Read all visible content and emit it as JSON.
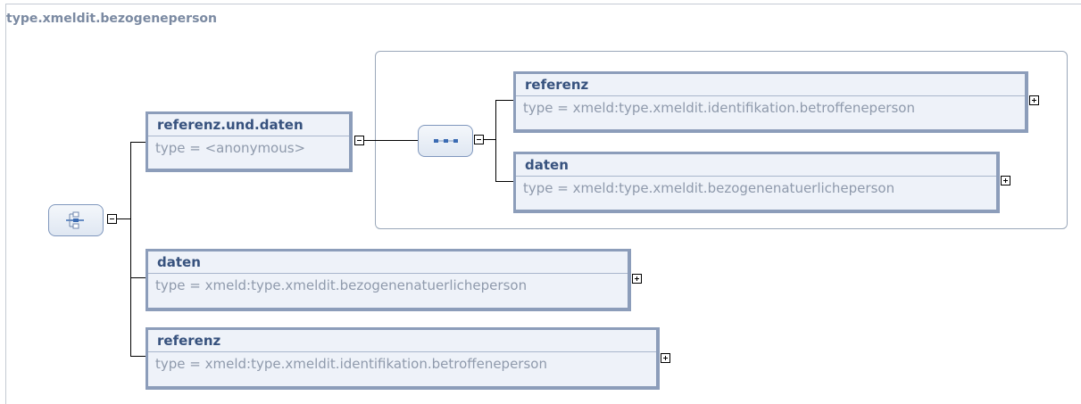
{
  "diagram": {
    "title": "type.xmeldit.bezogeneperson",
    "nodes": [
      {
        "name": "referenz.und.daten",
        "type": "type = <anonymous>"
      },
      {
        "name": "referenz",
        "type": "type = xmeld:type.xmeldit.identifikation.betroffeneperson"
      },
      {
        "name": "daten",
        "type": "type = xmeld:type.xmeldit.bezogenenatuerlicheperson"
      },
      {
        "name": "daten",
        "type": "type = xmeld:type.xmeldit.bezogenenatuerlicheperson"
      },
      {
        "name": "referenz",
        "type": "type = xmeld:type.xmeldit.identifikation.betroffeneperson"
      }
    ]
  }
}
